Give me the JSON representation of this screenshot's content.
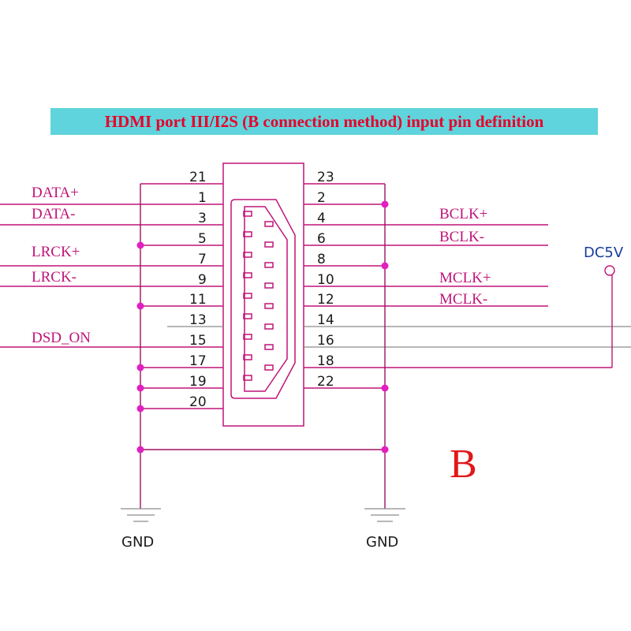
{
  "title": "HDMI port III/I2S (B connection method) input pin definition",
  "label": "B",
  "supply": "DC5V",
  "ground_labels": [
    "GND",
    "GND"
  ],
  "signals": {
    "data_p": "DATA+",
    "data_n": "DATA-",
    "lrck_p": "LRCK+",
    "lrck_n": "LRCK-",
    "dsd_on": "DSD_ON",
    "bclk_p": "BCLK+",
    "bclk_n": "BCLK-",
    "mclk_p": "MCLK+",
    "mclk_n": "MCLK-"
  },
  "left_pins": [
    "21",
    "1",
    "3",
    "5",
    "7",
    "9",
    "11",
    "13",
    "15",
    "17",
    "19",
    "20"
  ],
  "right_pins": [
    "23",
    "2",
    "4",
    "6",
    "8",
    "10",
    "12",
    "14",
    "16",
    "18",
    "22"
  ]
}
